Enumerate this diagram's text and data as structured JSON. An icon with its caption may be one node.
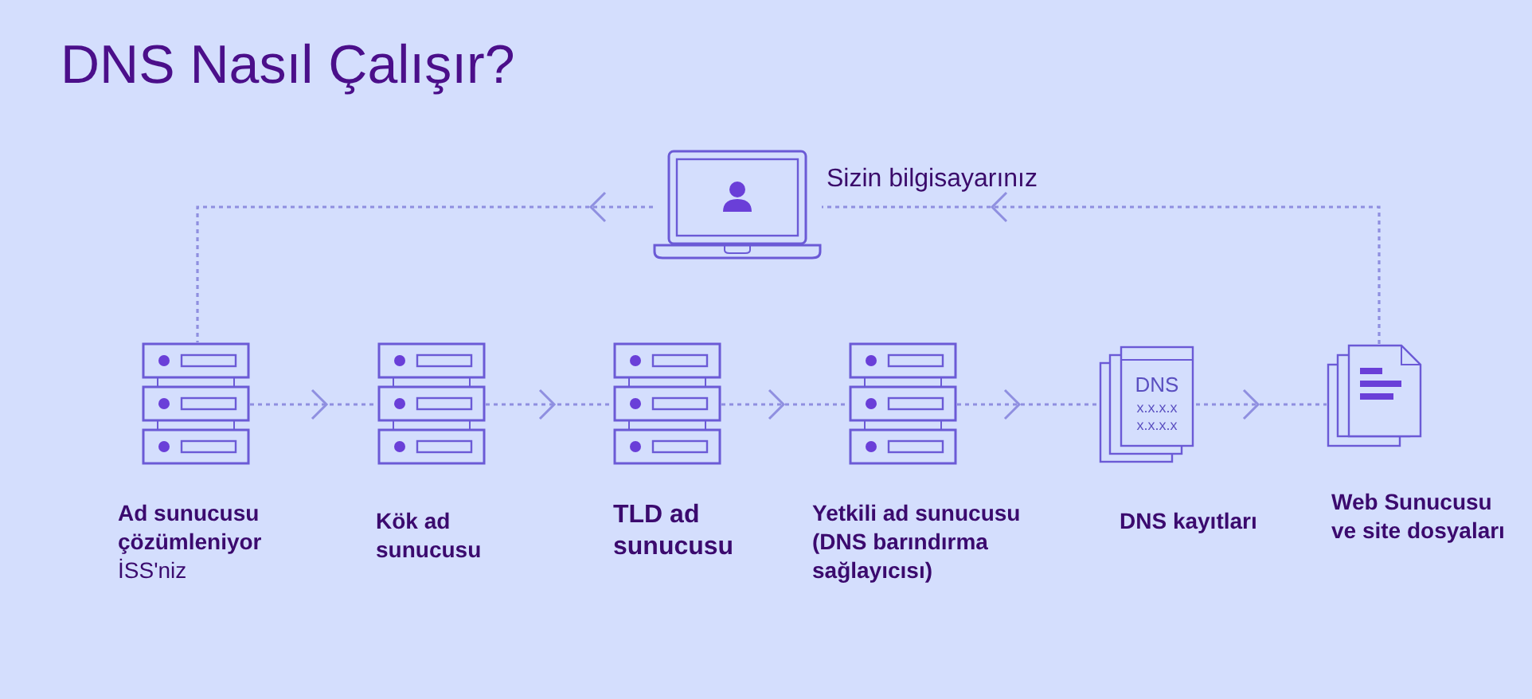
{
  "diagram": {
    "title": "DNS Nasıl Çalışır?",
    "nodes": [
      {
        "text": [],
        "shape": "picture",
        "beside": [
          "Sizin bilgisayarınız"
        ]
      },
      {
        "text": [],
        "shape": "picture",
        "beside": [
          "Ad sunucusu çözümleniyor",
          "İSS'niz"
        ]
      },
      {
        "text": [],
        "shape": "picture",
        "beside": [
          "Kök ad sunucusu"
        ]
      },
      {
        "text": [],
        "shape": "picture",
        "beside": [
          "TLD ad sunucusu"
        ]
      },
      {
        "text": [],
        "shape": "picture",
        "beside": [
          "Yetkili ad sunucusu (DNS barındırma sağlayıcısı)"
        ]
      },
      {
        "text": [
          "DNS",
          "x.x.x.x x.x.x.x"
        ],
        "beside": [
          "DNS kayıtları"
        ]
      },
      {
        "text": [],
        "shape": "picture",
        "beside": [
          "Web Sunucusu ve site dosyaları"
        ]
      }
    ],
    "edges": [
      {
        "from": 0,
        "to": 1,
        "arrow": "to",
        "style": "dashed"
      },
      {
        "from": 1,
        "to": 2,
        "arrow": "to",
        "style": "dashed"
      },
      {
        "from": 2,
        "to": 3,
        "arrow": "to",
        "style": "dashed"
      },
      {
        "from": 3,
        "to": 4,
        "arrow": "to",
        "style": "dashed"
      },
      {
        "from": 4,
        "to": 5,
        "arrow": "to",
        "style": "dashed"
      },
      {
        "from": 5,
        "to": 6,
        "arrow": "to",
        "style": "dashed"
      },
      {
        "from": 6,
        "to": 0,
        "arrow": "to",
        "style": "dashed"
      }
    ]
  }
}
